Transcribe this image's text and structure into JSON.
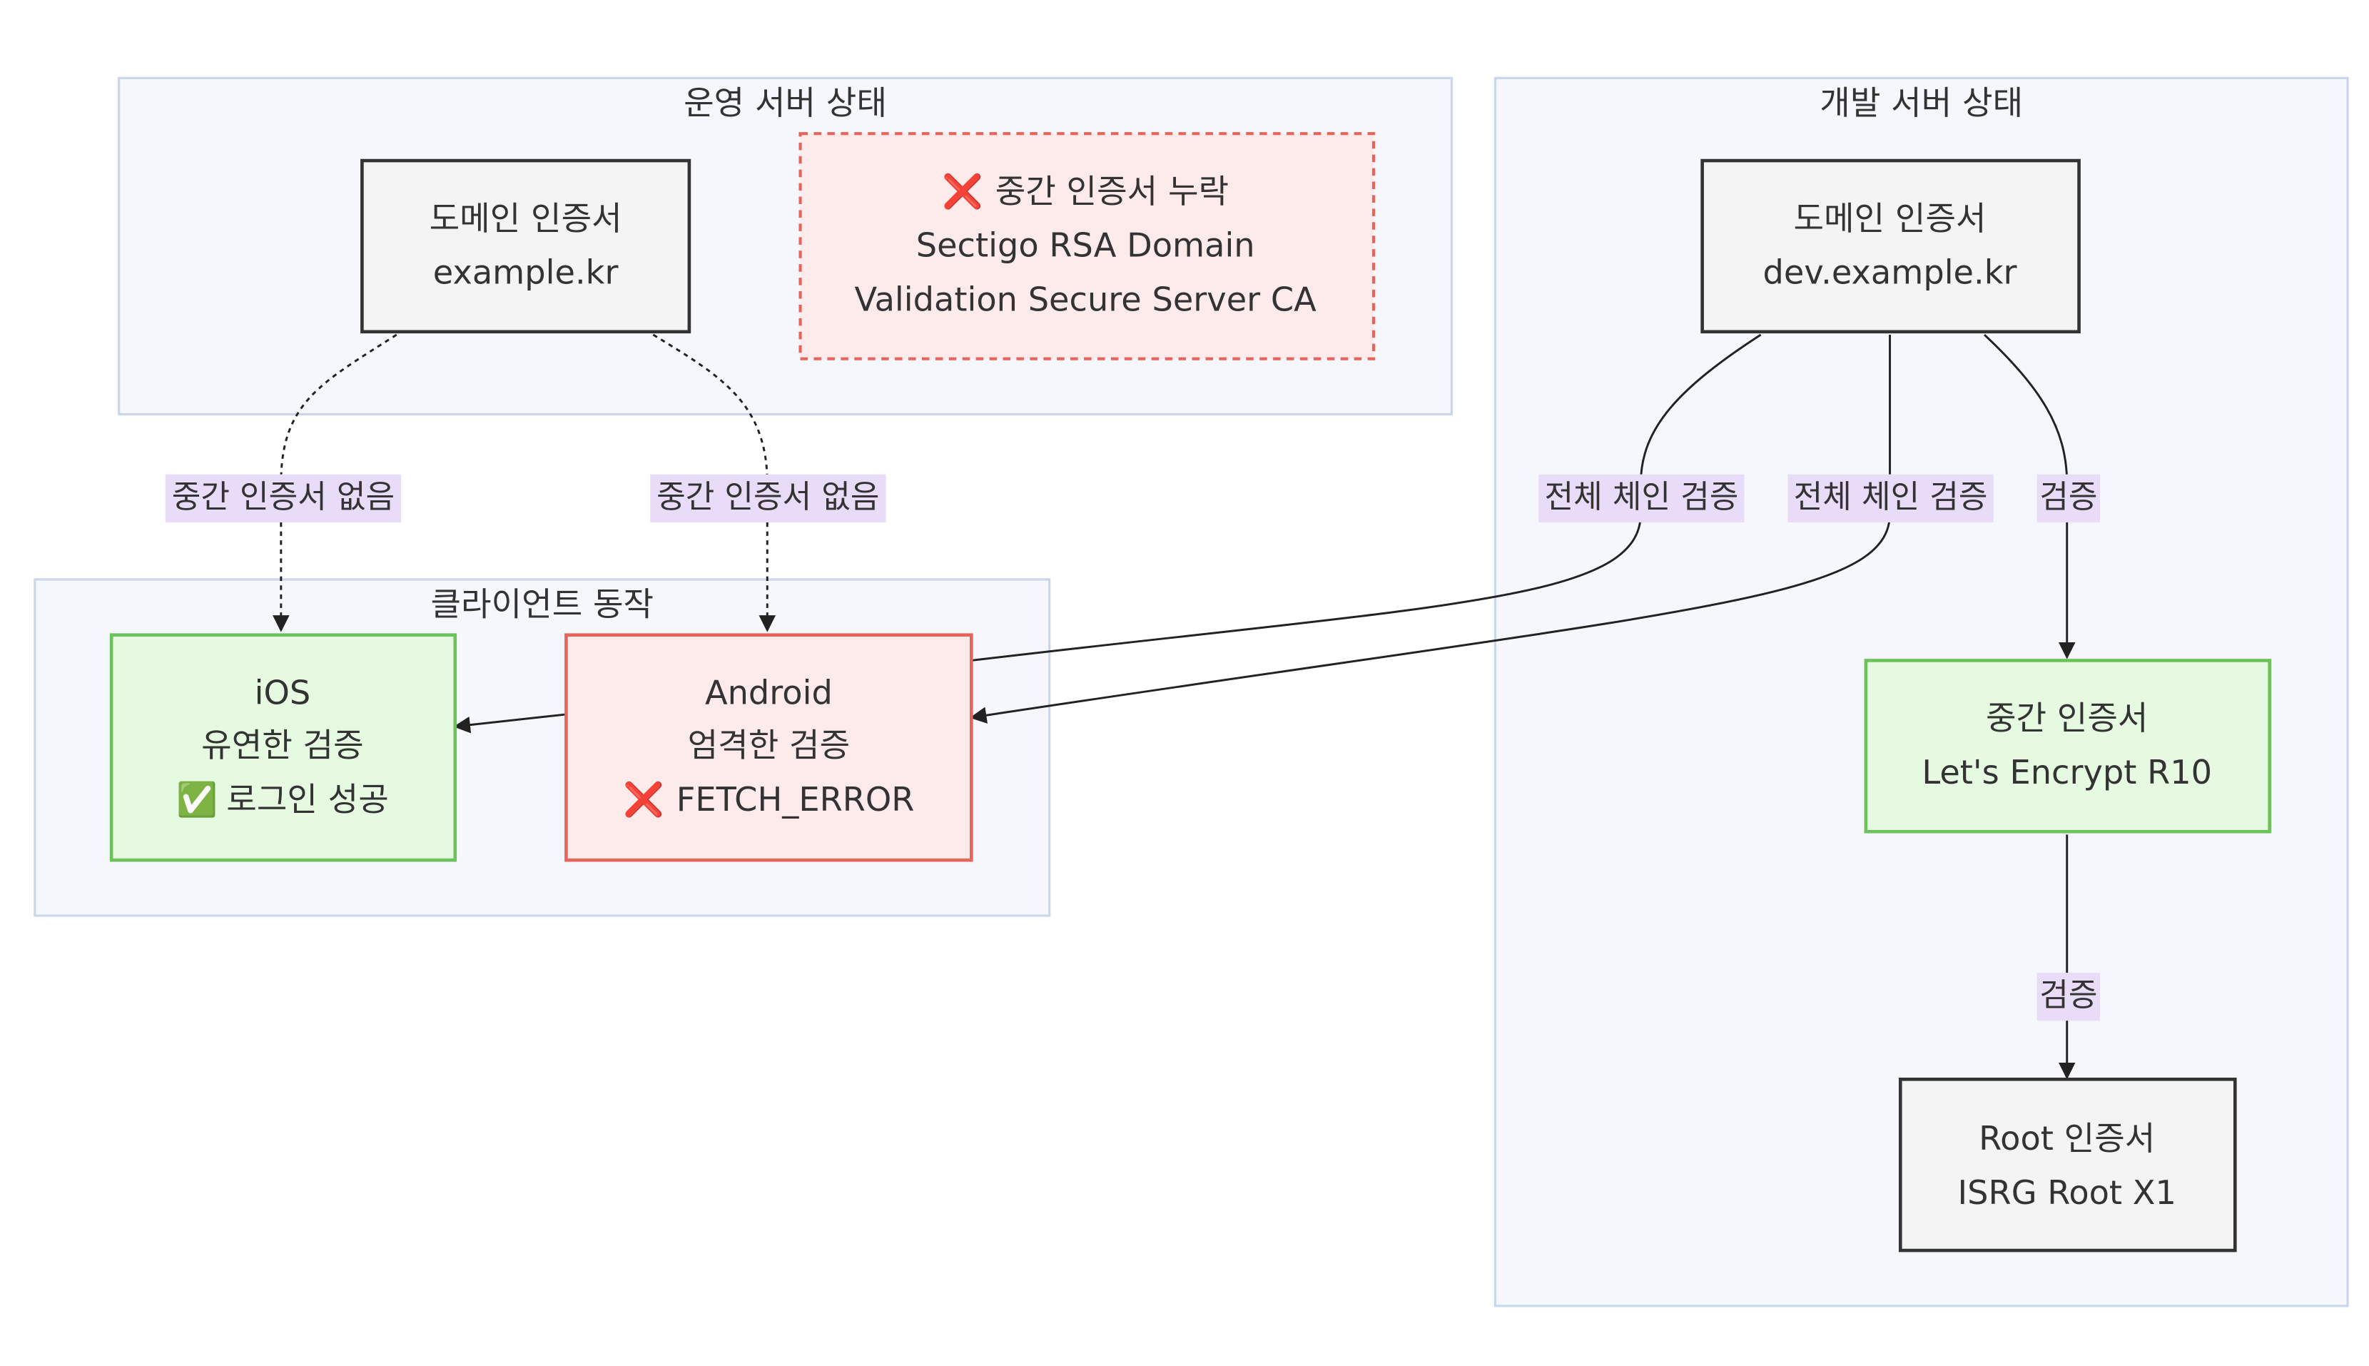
{
  "clusters": {
    "prod": {
      "title": "운영 서버 상태"
    },
    "dev": {
      "title": "개발 서버 상태"
    },
    "client": {
      "title": "클라이언트 동작"
    }
  },
  "nodes": {
    "prod_domain": {
      "line1": "도메인 인증서",
      "line2": "example.kr"
    },
    "missing": {
      "icon": "❌",
      "line1": "중간 인증서 누락",
      "line2": "Sectigo RSA Domain",
      "line3": "Validation Secure Server CA"
    },
    "dev_domain": {
      "line1": "도메인 인증서",
      "line2": "dev.example.kr"
    },
    "intermediate": {
      "line1": "중간 인증서",
      "line2": "Let's Encrypt R10"
    },
    "root": {
      "line1": "Root 인증서",
      "line2": "ISRG Root X1"
    },
    "ios": {
      "line1": "iOS",
      "line2": "유연한 검증",
      "icon": "✅",
      "line3": "로그인 성공"
    },
    "android": {
      "line1": "Android",
      "line2": "엄격한 검증",
      "icon": "❌",
      "line3": "FETCH_ERROR"
    }
  },
  "edges": {
    "prod_to_ios": "중간 인증서 없음",
    "prod_to_android": "중간 인증서 없음",
    "dev_full_chain_1": "전체 체인 검증",
    "dev_full_chain_2": "전체 체인 검증",
    "dev_to_intermediate": "검증",
    "intermediate_to_root": "검증"
  },
  "colors": {
    "cluster_fill": "#f5f7fc",
    "cluster_stroke": "#c9d6ec",
    "node_default_fill": "#f4f4f4",
    "node_default_stroke": "#333333",
    "error_fill": "#fdeaea",
    "error_stroke": "#e8645a",
    "success_fill": "#e6f9e1",
    "success_stroke": "#6cc35c",
    "edge_label_bg": "#e8dcf8",
    "edge_stroke": "#222222"
  }
}
